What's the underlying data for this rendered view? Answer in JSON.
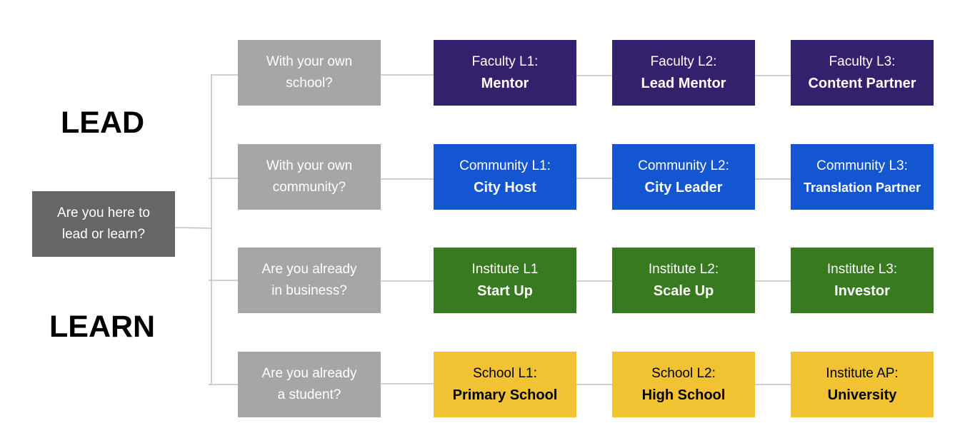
{
  "labels": {
    "lead": "LEAD",
    "learn": "LEARN"
  },
  "root": {
    "line1": "Are you here to",
    "line2": "lead or learn?"
  },
  "rows": [
    {
      "question": [
        "With your own",
        "school?"
      ],
      "levels": [
        {
          "title": "Faculty L1:",
          "name": "Mentor"
        },
        {
          "title": "Faculty L2:",
          "name": "Lead Mentor"
        },
        {
          "title": "Faculty L3:",
          "name": "Content Partner"
        }
      ],
      "color": "#34216e"
    },
    {
      "question": [
        "With your own",
        "community?"
      ],
      "levels": [
        {
          "title": "Community L1:",
          "name": "City Host"
        },
        {
          "title": "Community L2:",
          "name": "City Leader"
        },
        {
          "title": "Community L3:",
          "name": "Translation Partner"
        }
      ],
      "color": "#1456d1"
    },
    {
      "question": [
        "Are you already",
        "in business?"
      ],
      "levels": [
        {
          "title": "Institute L1",
          "name": "Start Up"
        },
        {
          "title": "Institute L2:",
          "name": "Scale Up"
        },
        {
          "title": "Institute L3:",
          "name": "Investor"
        }
      ],
      "color": "#377a1f"
    },
    {
      "question": [
        "Are you already",
        "a student?"
      ],
      "levels": [
        {
          "title": "School L1:",
          "name": "Primary School"
        },
        {
          "title": "School L2:",
          "name": "High School"
        },
        {
          "title": "Institute AP:",
          "name": "University"
        }
      ],
      "color": "#f1c232"
    }
  ]
}
